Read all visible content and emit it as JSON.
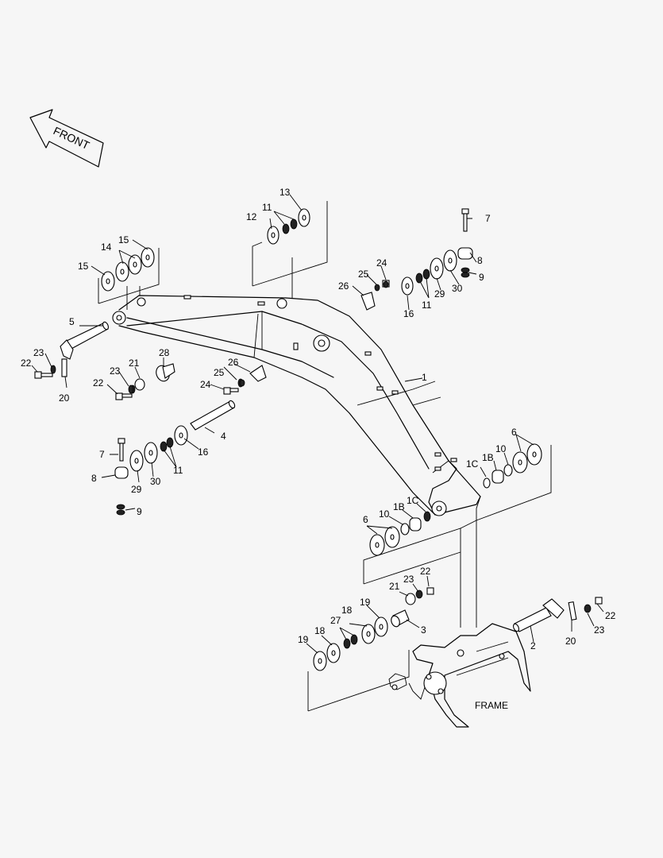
{
  "arrow_label": "FRONT",
  "frame_label": "FRAME",
  "labels": [
    "1",
    "2",
    "3",
    "4",
    "5",
    "6",
    "7",
    "8",
    "9",
    "10",
    "11",
    "12",
    "13",
    "14",
    "15",
    "16",
    "18",
    "19",
    "20",
    "21",
    "22",
    "23",
    "24",
    "25",
    "26",
    "27",
    "28",
    "29",
    "30",
    "1B",
    "1C"
  ]
}
